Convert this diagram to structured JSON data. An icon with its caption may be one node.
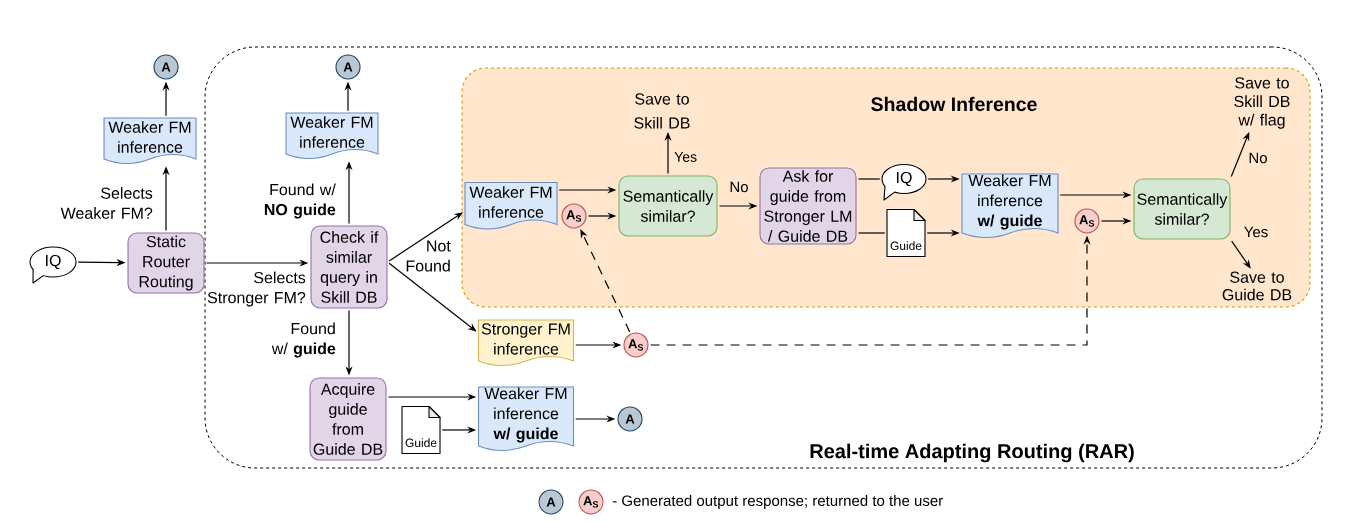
{
  "diagram": {
    "nodes": [
      {
        "text": [
          "IQ"
        ]
      },
      {
        "text": [
          "Static Router Routing"
        ]
      },
      {
        "text": [
          "Weaker FM inference"
        ]
      },
      {
        "text": [
          "A"
        ]
      },
      {
        "text": [
          "Real-time Adapting Routing (RAR)"
        ]
      },
      {
        "text": [
          "A"
        ],
        "in": 4
      },
      {
        "text": [
          "Weaker FM inference"
        ],
        "in": 4
      },
      {
        "text": [
          "Check if similar query in Skill DB"
        ],
        "in": 4
      },
      {
        "text": [
          "Acquire guide from Guide DB"
        ],
        "in": 4
      },
      {
        "text": [
          "Guide"
        ],
        "in": 4
      },
      {
        "text": [
          "Weaker FM inference **w/ guide**"
        ],
        "in": 4
      },
      {
        "text": [
          "A"
        ],
        "in": 4
      },
      {
        "text": [
          "Stronger FM inference"
        ],
        "in": 4
      },
      {
        "text": [
          "A$_{S}$"
        ],
        "in": 4
      },
      {
        "text": [
          "Shadow Inference"
        ],
        "in": 4
      },
      {
        "text": [
          "Weaker FM inference"
        ],
        "in": 14
      },
      {
        "text": [
          "A$_{S}$"
        ],
        "in": 14
      },
      {
        "text": [
          "Semantically similar?"
        ],
        "in": 14
      },
      {
        "text": [
          "Save to Skill DB"
        ],
        "in": 14
      },
      {
        "text": [
          "Ask for guide from Stronger LM / Guide DB"
        ],
        "in": 14
      },
      {
        "text": [
          "IQ"
        ],
        "in": 14
      },
      {
        "text": [
          "Guide"
        ],
        "in": 14
      },
      {
        "text": [
          "Weaker FM inference **w/ guide**"
        ],
        "in": 14
      },
      {
        "text": [
          "A$_{S}$"
        ],
        "in": 14
      },
      {
        "text": [
          "Semantically similar?"
        ],
        "in": 14
      },
      {
        "text": [
          "Save to Skill DB w/ flag"
        ],
        "in": 14
      },
      {
        "text": [
          "Save to Guide DB"
        ],
        "in": 14
      },
      {
        "text": [
          "A"
        ]
      },
      {
        "text": [
          "A$_{S}$"
        ]
      }
    ],
    "edges": [
      {
        "from": 0,
        "to": 1,
        "arrow": "to"
      },
      {
        "from": 1,
        "to": 2,
        "arrow": "to",
        "label": "Selects Weaker FM?"
      },
      {
        "from": 2,
        "to": 3,
        "arrow": "to"
      },
      {
        "from": 1,
        "to": 7,
        "arrow": "to",
        "label": "Selects Stronger FM?"
      },
      {
        "from": 7,
        "to": 6,
        "arrow": "to",
        "label": "Found w/ **NO guide**"
      },
      {
        "from": 6,
        "to": 5,
        "arrow": "to"
      },
      {
        "from": 7,
        "to": 8,
        "arrow": "to",
        "label": "Found w/ **guide**"
      },
      {
        "from": 7,
        "to": 15,
        "arrow": "to",
        "label": "Not Found"
      },
      {
        "from": 7,
        "to": 12,
        "arrow": "to"
      },
      {
        "from": 8,
        "to": 10,
        "arrow": "to"
      },
      {
        "from": 9,
        "to": 10,
        "arrow": "to"
      },
      {
        "from": 10,
        "to": 11,
        "arrow": "to"
      },
      {
        "from": 12,
        "to": 13,
        "arrow": "to"
      },
      {
        "from": 13,
        "to": 16,
        "arrow": "to",
        "style": "dashed"
      },
      {
        "from": 13,
        "to": 23,
        "arrow": "to",
        "style": "dashed"
      },
      {
        "from": 15,
        "to": 17,
        "arrow": "to"
      },
      {
        "from": 16,
        "to": 17,
        "arrow": "to"
      },
      {
        "from": 17,
        "to": 18,
        "arrow": "to",
        "label": "Yes"
      },
      {
        "from": 17,
        "to": 19,
        "arrow": "to",
        "label": "No"
      },
      {
        "from": 19,
        "to": 20,
        "arrow": "none"
      },
      {
        "from": 19,
        "to": 21,
        "arrow": "none"
      },
      {
        "from": 20,
        "to": 22,
        "arrow": "to"
      },
      {
        "from": 21,
        "to": 22,
        "arrow": "to"
      },
      {
        "from": 22,
        "to": 24,
        "arrow": "to"
      },
      {
        "from": 23,
        "to": 24,
        "arrow": "to"
      },
      {
        "from": 24,
        "to": 25,
        "arrow": "to",
        "label": "No"
      },
      {
        "from": 24,
        "to": 26,
        "arrow": "to",
        "label": "Yes"
      }
    ],
    "legend": [
      {
        "text": "- Generated output response; returned to the user"
      }
    ]
  }
}
